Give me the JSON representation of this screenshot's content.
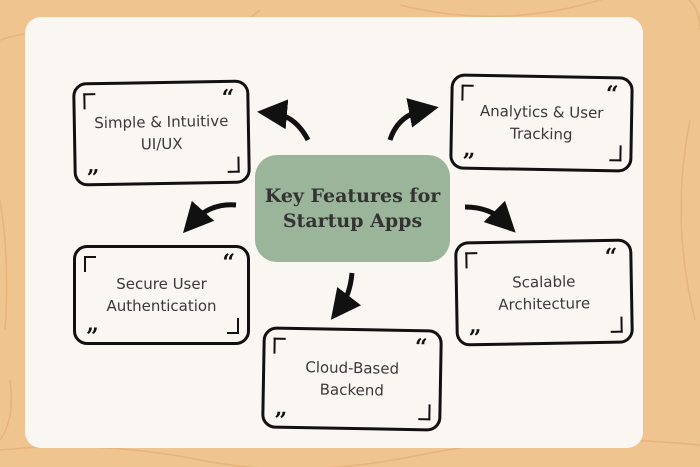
{
  "title": "Key Features for Startup Apps",
  "features": [
    {
      "label": "Simple & Intuitive UI/UX"
    },
    {
      "label": "Analytics & User Tracking"
    },
    {
      "label": "Secure User Authentication"
    },
    {
      "label": "Scalable Architecture"
    },
    {
      "label": "Cloud-Based Backend"
    }
  ],
  "colors": {
    "background": "#f0c48f",
    "card": "#faf6f2",
    "center": "#9bb59b"
  }
}
